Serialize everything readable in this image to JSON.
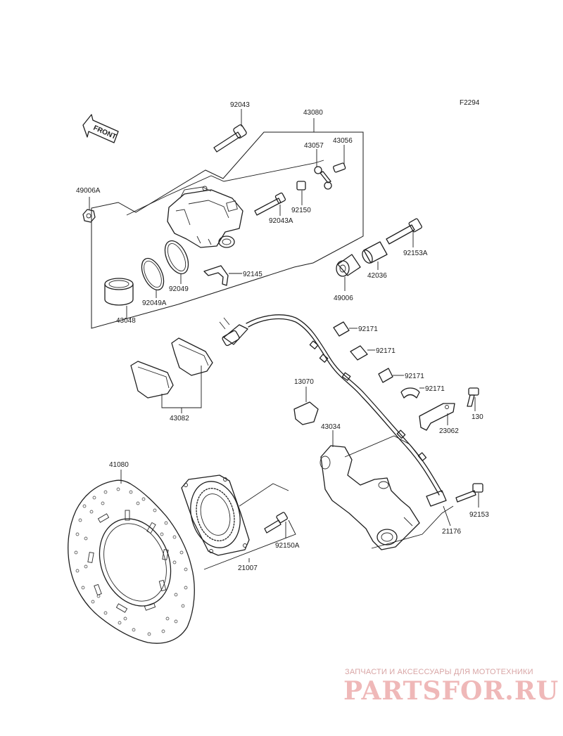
{
  "figure_code": "F2294",
  "front_label": "FRONT",
  "parts": {
    "p92043": "92043",
    "p43080": "43080",
    "p43057": "43057",
    "p43056": "43056",
    "p49006A": "49006A",
    "p92150": "92150",
    "p92043A": "92043A",
    "p92153A": "92153A",
    "p42036": "42036",
    "p49006": "49006",
    "p92145": "92145",
    "p92049": "92049",
    "p92049A": "92049A",
    "p43048": "43048",
    "p92171a": "92171",
    "p92171b": "92171",
    "p92171c": "92171",
    "p92171d": "92171",
    "p13070": "13070",
    "p43082": "43082",
    "p43034": "43034",
    "p130": "130",
    "p23062": "23062",
    "p41080": "41080",
    "p92153": "92153",
    "p21176": "21176",
    "p92150A": "92150A",
    "p21007": "21007"
  },
  "watermark": {
    "tagline": "ЗАПЧАСТИ И АКСЕССУАРЫ ДЛЯ МОТОТЕХНИКИ",
    "brand": "PARTSFOR.RU"
  }
}
